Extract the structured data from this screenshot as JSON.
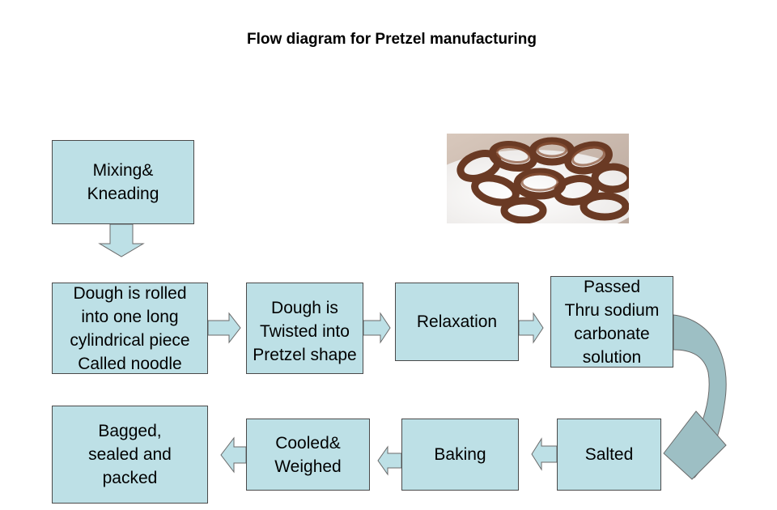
{
  "title": "Flow diagram for Pretzel manufacturing",
  "steps": {
    "mixing": "Mixing&\nKneading",
    "rolled": "Dough is rolled\ninto one long\ncylindrical piece\nCalled noodle",
    "twisted": "Dough is\nTwisted into\nPretzel shape",
    "relaxation": "Relaxation",
    "sodium": "Passed\nThru sodium\ncarbonate\nsolution",
    "salted": "Salted",
    "baking": "Baking",
    "cooled": "Cooled&\nWeighed",
    "bagged": "Bagged,\nsealed and\npacked"
  },
  "colors": {
    "box_fill": "#bde0e6",
    "box_border": "#4a4a4a",
    "arrow_fill": "#bde0e6",
    "curved_arrow_fill": "#9dbfc4"
  },
  "icons": {
    "photo": "chocolate-pretzels-photo"
  }
}
